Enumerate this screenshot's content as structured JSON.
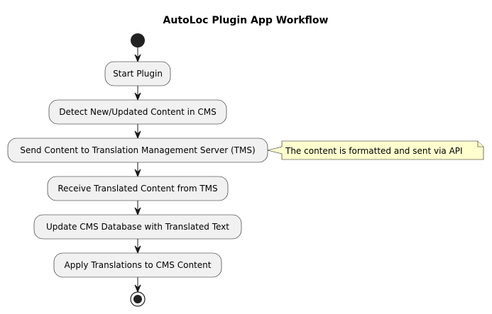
{
  "diagram": {
    "title": "AutoLoc Plugin App Workflow",
    "activities": [
      {
        "label": "Start Plugin"
      },
      {
        "label": "Detect New/Updated Content in CMS"
      },
      {
        "label": "Send Content to Translation Management Server (TMS)"
      },
      {
        "label": "Receive Translated Content from TMS"
      },
      {
        "label": "Update CMS Database with Translated Text"
      },
      {
        "label": "Apply Translations to CMS Content"
      }
    ],
    "note": {
      "text": "The content is formatted and sent via API",
      "attached_to": 2
    },
    "start_node": "start-circle",
    "end_node": "stop-circle",
    "colors": {
      "activity_fill": "#f1f1f1",
      "note_fill": "#fefece",
      "stroke": "#181818"
    }
  }
}
